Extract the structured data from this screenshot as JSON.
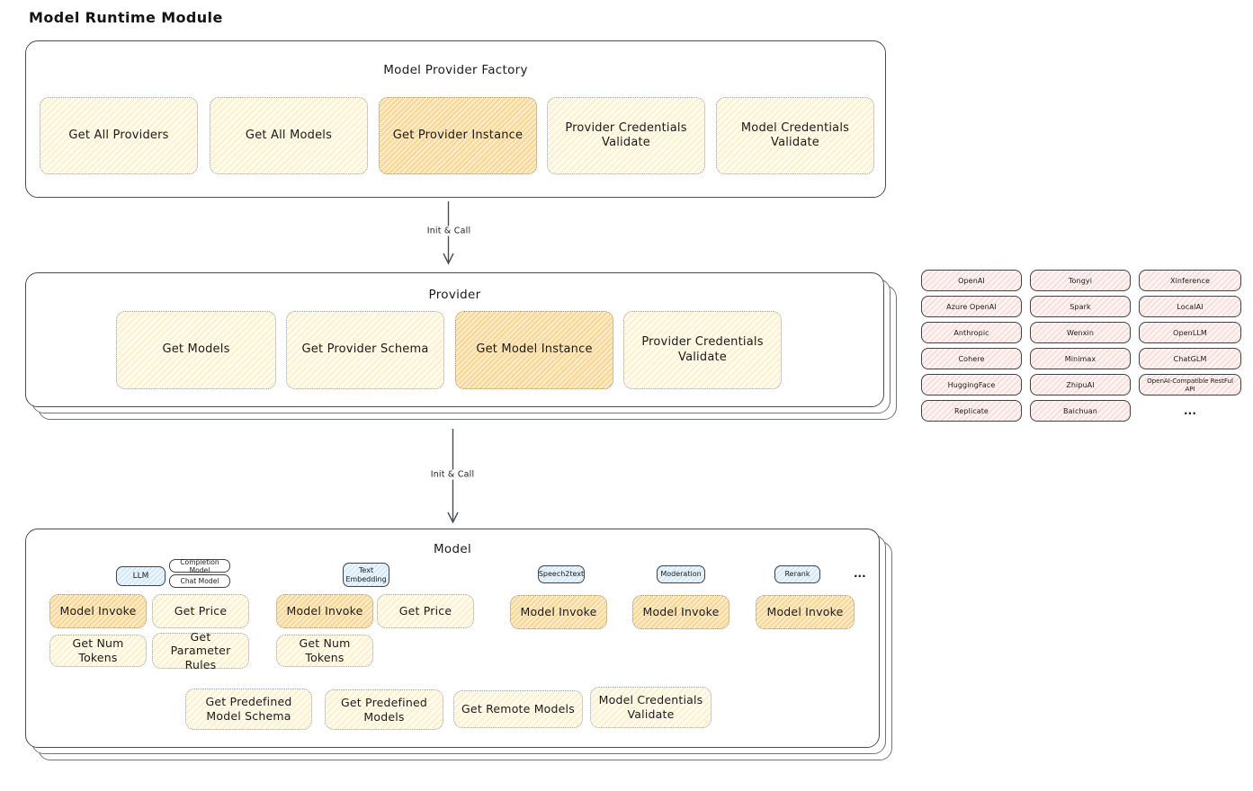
{
  "page": {
    "title": "Model Runtime Module"
  },
  "factory": {
    "title": "Model Provider Factory",
    "functions": [
      {
        "label": "Get All Providers",
        "highlight": false
      },
      {
        "label": "Get All Models",
        "highlight": false
      },
      {
        "label": "Get Provider Instance",
        "highlight": true
      },
      {
        "label": "Provider Credentials Validate",
        "highlight": false
      },
      {
        "label": "Model Credentials Validate",
        "highlight": false
      }
    ]
  },
  "arrows": {
    "factory_to_provider": "Init & Call",
    "provider_to_model": "Init & Call"
  },
  "provider": {
    "title": "Provider",
    "functions": [
      {
        "label": "Get Models",
        "highlight": false
      },
      {
        "label": "Get Provider Schema",
        "highlight": false
      },
      {
        "label": "Get Model Instance",
        "highlight": true
      },
      {
        "label": "Provider Credentials Validate",
        "highlight": false
      }
    ]
  },
  "providers_list": {
    "items": [
      "OpenAI",
      "Tongyi",
      "Xinference",
      "Azure OpenAI",
      "Spark",
      "LocalAI",
      "Anthropic",
      "Wenxin",
      "OpenLLM",
      "Cohere",
      "Minimax",
      "ChatGLM",
      "HuggingFace",
      "ZhipuAI",
      "OpenAI-Compatible RestFul API",
      "Replicate",
      "Baichuan"
    ],
    "more": "..."
  },
  "model": {
    "title": "Model",
    "tags": {
      "llm": "LLM",
      "completion": "Completion Model",
      "chat": "Chat Model",
      "text_embedding": "Text Embedding",
      "speech2text": "Speech2text",
      "moderation": "Moderation",
      "rerank": "Rerank",
      "more": "..."
    },
    "functions": {
      "llm_invoke": "Model Invoke",
      "llm_get_price": "Get Price",
      "llm_get_num_tokens": "Get Num Tokens",
      "llm_get_parameter_rules": "Get Parameter Rules",
      "embedding_invoke": "Model Invoke",
      "embedding_get_price": "Get Price",
      "embedding_get_num_tokens": "Get Num Tokens",
      "speech2text_invoke": "Model Invoke",
      "moderation_invoke": "Model Invoke",
      "rerank_invoke": "Model Invoke",
      "get_predefined_model_schema": "Get Predefined Model Schema",
      "get_predefined_models": "Get Predefined Models",
      "get_remote_models": "Get Remote Models",
      "model_credentials_validate": "Model Credentials Validate"
    }
  },
  "colors": {
    "function_fill": "#fcf0cf",
    "highlight_fill": "#f8d795",
    "provider_chip_fill": "#f7dbd7",
    "model_type_fill": "#d2e7f6",
    "container_border": "#494d52",
    "text": "#1b1b1b"
  }
}
